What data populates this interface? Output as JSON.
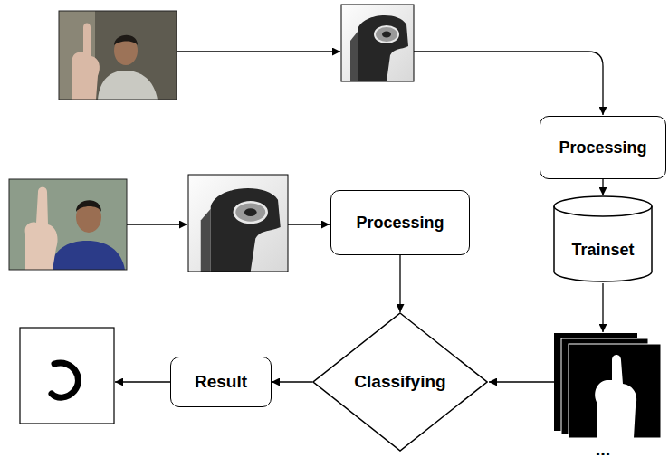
{
  "diagram": {
    "nodes": [
      {
        "text": [
          "Processing"
        ]
      },
      {
        "text": [
          "Processing"
        ]
      },
      {
        "text": [
          "Trainset"
        ]
      },
      {
        "text": [
          "Classifying"
        ]
      },
      {
        "text": [
          "Result"
        ]
      }
    ],
    "edges": [
      {
        "from": 0,
        "to": 2,
        "arrow": "to"
      },
      {
        "from": 1,
        "to": 3,
        "arrow": "to"
      },
      {
        "from": 3,
        "to": 4,
        "arrow": "to"
      }
    ],
    "labels": [
      "..."
    ]
  }
}
